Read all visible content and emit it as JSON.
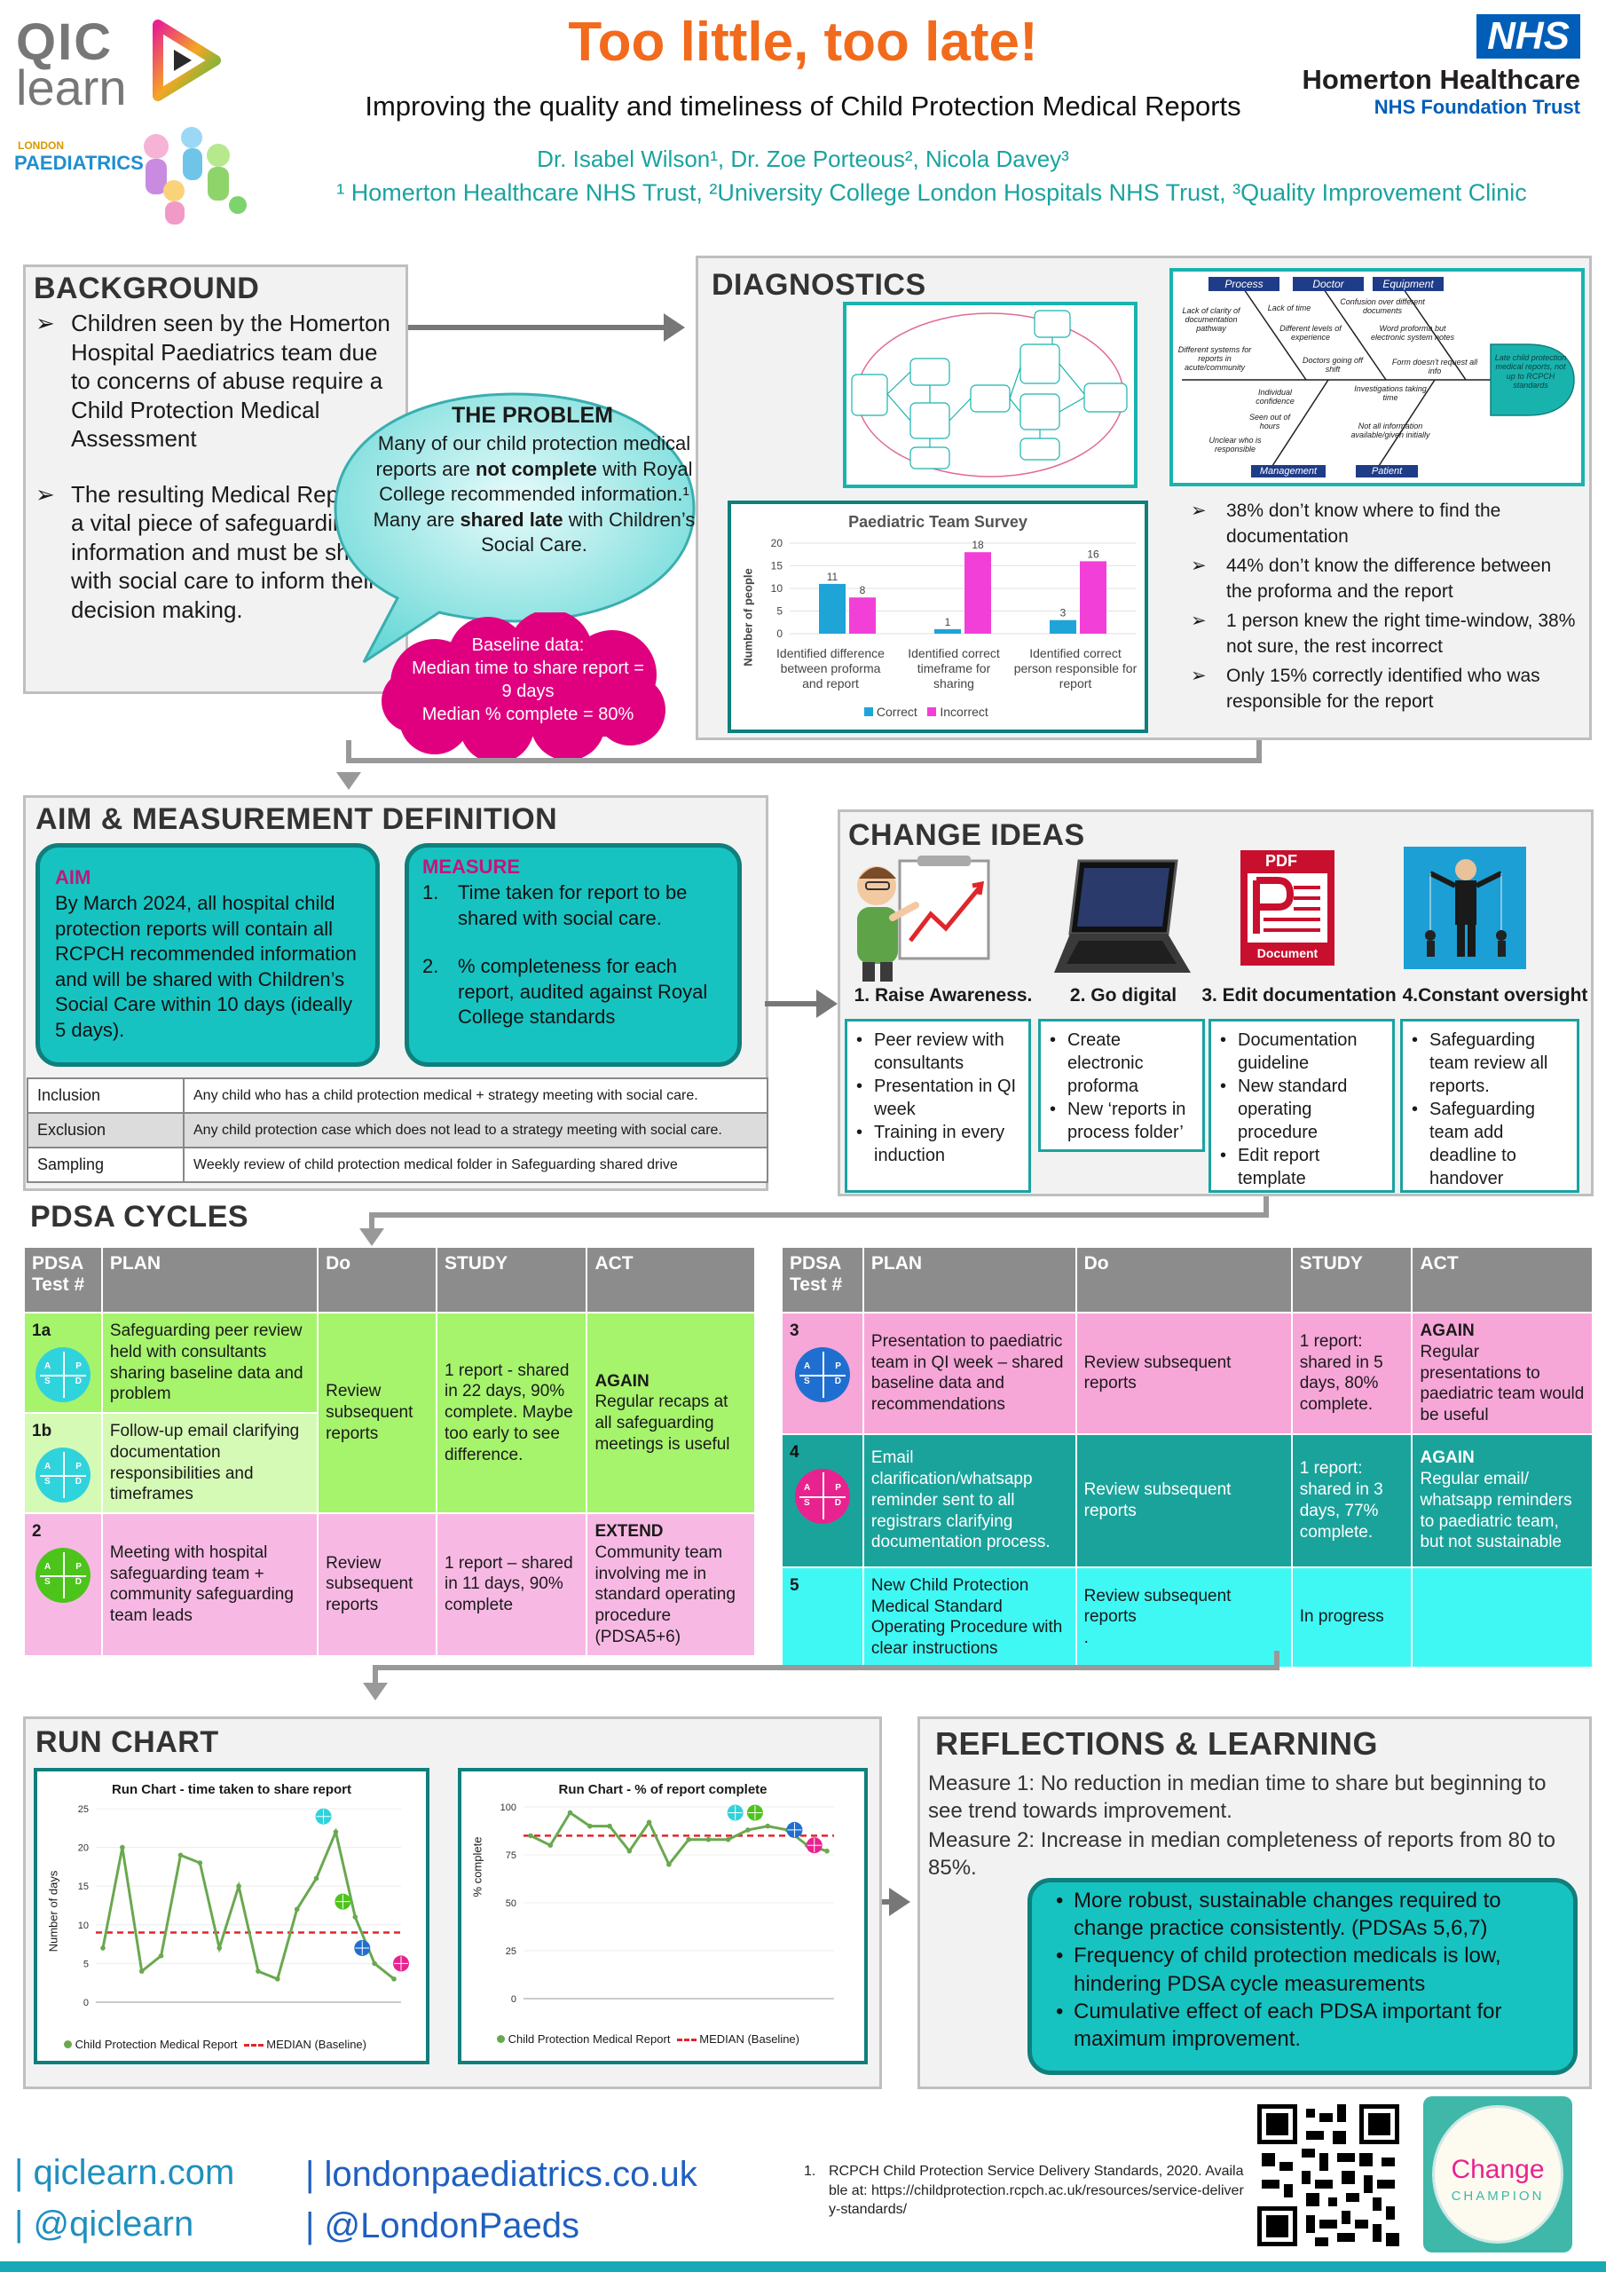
{
  "header": {
    "title": "Too little, too late!",
    "subtitle": "Improving the quality and timeliness of Child Protection Medical Reports",
    "authors": "Dr. Isabel Wilson¹, Dr. Zoe Porteous², Nicola Davey³",
    "affiliations": "¹ Homerton Healthcare NHS Trust,  ²University College London Hospitals NHS Trust, ³Quality Improvement Clinic",
    "qic_logo_line1": "QIC",
    "qic_logo_line2": "learn",
    "london_paeds_line1": "LONDON",
    "london_paeds_line2": "PAEDIATRICS",
    "nhs_badge": "NHS",
    "nhs_org": "Homerton Healthcare",
    "nhs_trust": "NHS Foundation Trust"
  },
  "background": {
    "title": "BACKGROUND",
    "points": [
      "Children seen by the Homerton Hospital Paediatrics team due to concerns of  abuse require a Child Protection Medical Assessment",
      "The resulting Medical Report is a vital piece of safeguarding information and must be shared with social care to inform their decision making."
    ]
  },
  "problem": {
    "title": "THE PROBLEM",
    "line_a": "Many of our child protection medical reports are ",
    "bold_a": "not complete",
    "line_b": " with Royal College recommended information.¹ Many are ",
    "bold_b": "shared late",
    "line_c": " with Children’s Social Care."
  },
  "baseline": {
    "line1": "Baseline data:",
    "line2": "Median time to share report = 9 days",
    "line3": "Median % complete = 80%"
  },
  "diagnostics": {
    "title": "DIAGNOSTICS",
    "fishbone": {
      "categories_top": [
        "Process",
        "Doctor",
        "Equipment"
      ],
      "categories_bottom": [
        "Management",
        "Patient"
      ],
      "causes": [
        "Lack of clarity of documentation pathway",
        "Lack of time",
        "Confusion over different documents",
        "Different systems for reports in acute/community",
        "Different levels of experience",
        "Word proforma but electronic system notes",
        "Doctors going off shift",
        "Form doesn't request all info",
        "Individual confidence",
        "Investigations taking time",
        "Seen out of hours",
        "Unclear who is responsible",
        "Not all information available/given initially"
      ],
      "effect": "Late child protection medical reports, not up to RCPCH standards"
    },
    "survey": {
      "title": "Paediatric Team Survey",
      "ylabel": "Number of people",
      "categories": [
        "Identified difference between proforma and report",
        "Identified correct timeframe for sharing",
        "Identified correct person responsible for report"
      ],
      "legend": [
        "Correct",
        "Incorrect"
      ]
    },
    "findings": [
      "38% don’t know where to find the documentation",
      "44% don’t know the difference between the proforma and the report",
      "1 person knew the right time-window, 38% not sure, the rest incorrect",
      "Only 15% correctly identified who was responsible for the report"
    ]
  },
  "aim_section": {
    "title": "AIM & MEASUREMENT DEFINITION",
    "aim_label": "AIM",
    "aim_text": "By March 2024, all hospital child protection reports will contain all RCPCH recommended information and will be shared with Children’s Social Care within 10 days (ideally 5 days).",
    "measure_label": "MEASURE",
    "measures": [
      {
        "num": "1.",
        "text": "Time taken for report to be shared with social care."
      },
      {
        "num": "2.",
        "text": "% completeness for each report, audited against Royal College standards"
      }
    ],
    "definitions": [
      {
        "label": "Inclusion",
        "text": "Any child who has a child protection medical + strategy meeting with social care."
      },
      {
        "label": "Exclusion",
        "text": "Any child protection case which does not lead to a strategy meeting with social care."
      },
      {
        "label": "Sampling",
        "text": "Weekly review of child protection medical folder in Safeguarding shared drive"
      }
    ]
  },
  "change_ideas": {
    "title": "CHANGE IDEAS",
    "pdf_label": "PDF",
    "pdf_doc": "Document",
    "ideas": [
      {
        "label": "1. Raise Awareness.",
        "items": [
          "Peer review with consultants",
          "Presentation in QI week",
          "Training in every induction"
        ]
      },
      {
        "label": "2. Go digital",
        "items": [
          "Create electronic proforma",
          "New ‘reports in process folder’"
        ]
      },
      {
        "label": "3. Edit documentation",
        "items": [
          "Documentation guideline",
          "New standard operating procedure",
          "Edit report template"
        ]
      },
      {
        "label": "4.Constant oversight",
        "items": [
          "Safeguarding team review all reports.",
          "Safeguarding team add deadline to handover"
        ]
      }
    ]
  },
  "pdsa": {
    "title": "PDSA CYCLES",
    "headers": [
      "PDSA Test #",
      "PLAN",
      "Do",
      "STUDY",
      "ACT"
    ],
    "cycle_letters": [
      "A",
      "P",
      "S",
      "D"
    ],
    "left": {
      "row1a": {
        "num": "1a",
        "plan": "Safeguarding peer review held with consultants sharing baseline data and problem"
      },
      "row1b": {
        "num": "1b",
        "plan": "Follow-up email clarifying documentation responsibilities and timeframes"
      },
      "row1_do": "Review subsequent reports",
      "row1_study": "1 report - shared in 22 days, 90% complete. Maybe too early to see difference.",
      "row1_act_bold": "AGAIN",
      "row1_act": "Regular recaps at all safeguarding meetings is useful",
      "row2": {
        "num": "2",
        "plan": "Meeting with hospital safeguarding team + community safeguarding team leads",
        "do": "Review subsequent reports",
        "study": "1 report – shared in 11 days, 90% complete",
        "act_bold": "EXTEND",
        "act": "Community team involving me in standard operating procedure (PDSA5+6)"
      }
    },
    "right": {
      "row3": {
        "num": "3",
        "plan": "Presentation to paediatric team in QI week – shared baseline data and recommendations",
        "do": "Review subsequent reports",
        "study": "1 report: shared in 5 days, 80% complete.",
        "act_bold": "AGAIN",
        "act": "Regular presentations to paediatric team would be useful"
      },
      "row4": {
        "num": "4",
        "plan": "Email clarification/whatsapp reminder sent to all registrars clarifying documentation process.",
        "do": "Review subsequent reports",
        "study": "1 report: shared in 3 days, 77% complete.",
        "act_bold": "AGAIN",
        "act": "Regular email/ whatsapp reminders to paediatric team, but not sustainable"
      },
      "row5": {
        "num": "5",
        "plan": "New Child Protection Medical Standard Operating Procedure with clear instructions",
        "do": "Review subsequent reports",
        "do_extra": ".",
        "study": "In progress",
        "act": ""
      }
    }
  },
  "run_chart": {
    "title": "RUN CHART"
  },
  "chart_data": [
    {
      "type": "bar",
      "title": "Paediatric Team Survey",
      "ylabel": "Number of people",
      "categories": [
        "Identified difference between proforma and report",
        "Identified correct timeframe for sharing",
        "Identified correct person responsible for report"
      ],
      "series": [
        {
          "name": "Correct",
          "values": [
            11,
            1,
            3
          ]
        },
        {
          "name": "Incorrect",
          "values": [
            8,
            18,
            16
          ]
        }
      ],
      "ylim": [
        0,
        20
      ],
      "yticks": [
        0,
        5,
        10,
        15,
        20
      ],
      "colors": [
        "#1fa4d8",
        "#f23fd8"
      ]
    },
    {
      "type": "line",
      "title": "Run Chart - time taken to share report",
      "ylabel": "Number of days",
      "ylim": [
        0,
        25
      ],
      "yticks": [
        0,
        5,
        10,
        15,
        20,
        25
      ],
      "series": [
        {
          "name": "Child Protection Medical Report",
          "values": [
            7,
            20,
            4,
            6,
            19,
            18,
            7,
            15,
            4,
            3,
            12,
            16,
            22,
            11,
            5,
            3
          ]
        },
        {
          "name": "MEDIAN (Baseline)",
          "values": [
            9
          ]
        }
      ],
      "markers": [
        {
          "x": 12,
          "y": 24,
          "label": "1a",
          "color": "#2fd3dc"
        },
        {
          "x": 13,
          "y": 13,
          "label": "2",
          "color": "#4cc41c"
        },
        {
          "x": 14,
          "y": 7,
          "label": "3",
          "color": "#1f6fd0"
        },
        {
          "x": 16,
          "y": 5,
          "label": "4",
          "color": "#e8238f"
        }
      ],
      "legend": [
        "Child Protection Medical Report",
        "MEDIAN (Baseline)"
      ]
    },
    {
      "type": "line",
      "title": "Run Chart - % of report complete",
      "ylabel": "% complete",
      "ylim": [
        0,
        100
      ],
      "yticks": [
        0,
        25,
        50,
        75,
        100
      ],
      "series": [
        {
          "name": "Child Protection Medical Report",
          "values": [
            85,
            80,
            97,
            90,
            90,
            77,
            92,
            70,
            83,
            83,
            83,
            88,
            90,
            88,
            80,
            77
          ]
        },
        {
          "name": "MEDIAN (Baseline)",
          "values": [
            85
          ]
        }
      ],
      "markers": [
        {
          "x": 11,
          "y": 97,
          "label": "1a",
          "color": "#2fd3dc"
        },
        {
          "x": 12,
          "y": 97,
          "label": "2",
          "color": "#4cc41c"
        },
        {
          "x": 14,
          "y": 88,
          "label": "3",
          "color": "#1f6fd0"
        },
        {
          "x": 15,
          "y": 80,
          "label": "4",
          "color": "#e8238f"
        }
      ],
      "legend": [
        "Child Protection Medical Report",
        "MEDIAN (Baseline)"
      ]
    }
  ],
  "reflections": {
    "title": "REFLECTIONS & LEARNING",
    "measure1": "Measure 1: No reduction in median time to share but beginning to see trend towards improvement.",
    "measure2": "Measure 2: Increase in median completeness of reports from 80 to 85%.",
    "points": [
      "More robust, sustainable changes required to change practice consistently. (PDSAs 5,6,7)",
      "Frequency of child protection medicals is low, hindering PDSA cycle measurements",
      "Cumulative effect of each PDSA important for maximum improvement."
    ]
  },
  "footer": {
    "link1": "| qiclearn.com",
    "link2": "| @qiclearn",
    "link3": "| londonpaediatrics.co.uk",
    "link4": "| @LondonPaeds",
    "ref_num": "1.",
    "ref_text": "RCPCH Child Protection Service Delivery Standards, 2020. Available at: https://childprotection.rcpch.ac.uk/resources/service-delivery-standards/",
    "badge_word1": "Change",
    "badge_word2": "CHAMPION"
  },
  "colors": {
    "orange": "#f26a1b",
    "teal": "#17c3c1",
    "dark_teal": "#0f7f7c",
    "nhs_blue": "#005eb8",
    "magenta": "#e8238f",
    "pdsa_green": "#a6f36c",
    "pdsa_pink": "#f7b9e3",
    "pdsa_cyan": "#3ff8f4"
  }
}
